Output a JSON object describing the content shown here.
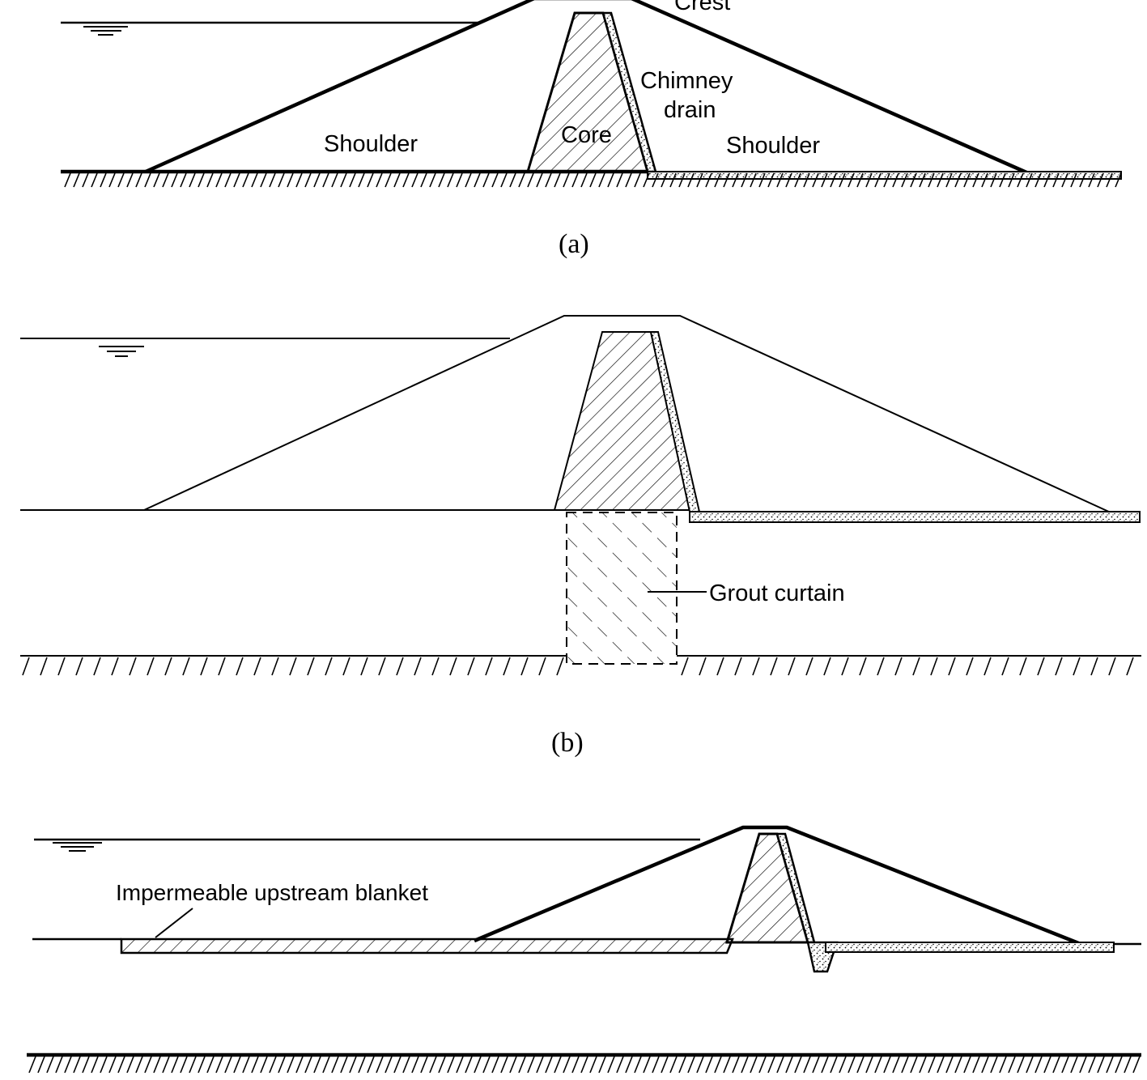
{
  "figure_a": {
    "labels": {
      "crest": "Crest",
      "chimney_drain_line1": "Chimney",
      "chimney_drain_line2": "drain",
      "core": "Core",
      "shoulder_left": "Shoulder",
      "shoulder_right": "Shoulder"
    },
    "caption": "(a)"
  },
  "figure_b": {
    "labels": {
      "grout_curtain": "Grout curtain"
    },
    "caption": "(b)"
  },
  "figure_c": {
    "labels": {
      "upstream_blanket": "Impermeable upstream blanket"
    }
  }
}
